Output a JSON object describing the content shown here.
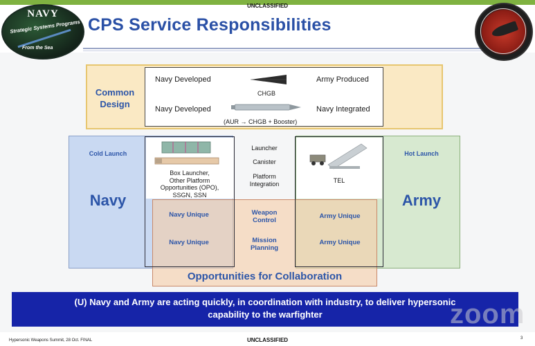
{
  "header": {
    "classification_top": "UNCLASSIFIED",
    "title": "CPS Service Responsibilities",
    "logo_left": {
      "line1": "NAVY",
      "line2": "Strategic Systems Programs",
      "line3": "From the Sea",
      "icon": "navy-ssp-logo-icon"
    },
    "logo_right": {
      "icon": "army-hypersonic-project-office-logo-icon"
    }
  },
  "common_design": {
    "label_line1": "Common",
    "label_line2": "Design",
    "row1": {
      "left": "Navy Developed",
      "center": "CHGB",
      "right": "Army Produced"
    },
    "row2": {
      "left": "Navy Developed",
      "center": "(AUR → CHGB + Booster)",
      "right": "Navy Integrated"
    }
  },
  "navy": {
    "launch": "Cold Launch",
    "title": "Navy",
    "platform_lines": [
      "Box Launcher,",
      "Other Platform",
      "Opportunities (OPO),",
      "SSGN, SSN"
    ]
  },
  "army": {
    "launch": "Hot Launch",
    "title": "Army",
    "platform": "TEL"
  },
  "center": {
    "items": [
      "Launcher",
      "Canister",
      "Platform",
      "Integration"
    ],
    "weapon_control": [
      "Weapon",
      "Control"
    ],
    "mission_planning": [
      "Mission",
      "Planning"
    ]
  },
  "collaboration": {
    "title": "Opportunities for Collaboration",
    "navy_unique_1": "Navy Unique",
    "navy_unique_2": "Navy Unique",
    "army_unique_1": "Army Unique",
    "army_unique_2": "Army Unique"
  },
  "banner": {
    "line1": "(U) Navy and Army are acting quickly, in coordination with industry, to deliver hypersonic",
    "line2": "capability to the warfighter"
  },
  "footer": {
    "left": "Hypersonic Weapons Summit, 28 Oct. FINAL",
    "classification_bottom": "UNCLASSIFIED",
    "page": "3"
  },
  "overlay": {
    "watermark": "zoom"
  },
  "colors": {
    "title_blue": "#2a50a6",
    "label_blue": "#2c55a8",
    "banner_blue": "#1624a8",
    "top_bar_green": "#7fb241",
    "common_fill": "#fae9c4",
    "navy_fill": "#c9d9f2",
    "army_fill": "#d7e9d0",
    "collab_fill": "#f6cdaa"
  }
}
